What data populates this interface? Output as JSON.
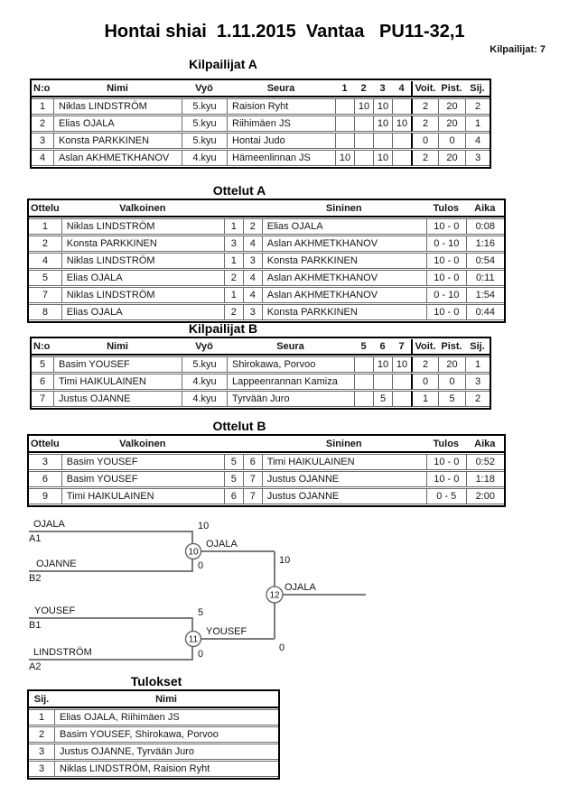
{
  "page": {
    "title": "Hontai shiai  1.11.2015  Vantaa   PU11-32,1",
    "competitors_label": "Kilpailijat: 7"
  },
  "pool_a": {
    "heading": "Kilpailijat A",
    "headers": {
      "no": "N:o",
      "name": "Nimi",
      "belt": "Vyö",
      "club": "Seura",
      "rounds": [
        "1",
        "2",
        "3",
        "4"
      ],
      "wins": "Voit.",
      "points": "Pist.",
      "place": "Sij."
    },
    "rows": [
      {
        "no": "1",
        "name": "Niklas LINDSTRÖM",
        "belt": "5.kyu",
        "club": "Raision Ryht",
        "scores": [
          "",
          "10",
          "10",
          ""
        ],
        "wins": "2",
        "points": "20",
        "place": "2"
      },
      {
        "no": "2",
        "name": "Elias OJALA",
        "belt": "5.kyu",
        "club": "Riihimäen JS",
        "scores": [
          "",
          "",
          "10",
          "10"
        ],
        "wins": "2",
        "points": "20",
        "place": "1"
      },
      {
        "no": "3",
        "name": "Konsta PARKKINEN",
        "belt": "5.kyu",
        "club": "Hontai Judo",
        "scores": [
          "",
          "",
          "",
          ""
        ],
        "wins": "0",
        "points": "0",
        "place": "4"
      },
      {
        "no": "4",
        "name": "Aslan AKHMETKHANOV",
        "belt": "4.kyu",
        "club": "Hämeenlinnan JS",
        "scores": [
          "10",
          "",
          "10",
          ""
        ],
        "wins": "2",
        "points": "20",
        "place": "3"
      }
    ]
  },
  "matches_a": {
    "heading": "Ottelut A",
    "headers": {
      "match": "Ottelu",
      "white": "Valkoinen",
      "blue": "Sininen",
      "result": "Tulos",
      "time": "Aika"
    },
    "rows": [
      {
        "match": "1",
        "white": "Niklas LINDSTRÖM",
        "wno": "1",
        "bno": "2",
        "blue": "Elias OJALA",
        "result": "10 - 0",
        "time": "0:08"
      },
      {
        "match": "2",
        "white": "Konsta PARKKINEN",
        "wno": "3",
        "bno": "4",
        "blue": "Aslan AKHMETKHANOV",
        "result": "0 - 10",
        "time": "1:16"
      },
      {
        "match": "4",
        "white": "Niklas LINDSTRÖM",
        "wno": "1",
        "bno": "3",
        "blue": "Konsta PARKKINEN",
        "result": "10 - 0",
        "time": "0:54"
      },
      {
        "match": "5",
        "white": "Elias OJALA",
        "wno": "2",
        "bno": "4",
        "blue": "Aslan AKHMETKHANOV",
        "result": "10 - 0",
        "time": "0:11"
      },
      {
        "match": "7",
        "white": "Niklas LINDSTRÖM",
        "wno": "1",
        "bno": "4",
        "blue": "Aslan AKHMETKHANOV",
        "result": "0 - 10",
        "time": "1:54"
      },
      {
        "match": "8",
        "white": "Elias OJALA",
        "wno": "2",
        "bno": "3",
        "blue": "Konsta PARKKINEN",
        "result": "10 - 0",
        "time": "0:44"
      }
    ]
  },
  "pool_b": {
    "heading": "Kilpailijat B",
    "headers": {
      "no": "N:o",
      "name": "Nimi",
      "belt": "Vyö",
      "club": "Seura",
      "rounds": [
        "5",
        "6",
        "7"
      ],
      "wins": "Voit.",
      "points": "Pist.",
      "place": "Sij."
    },
    "rows": [
      {
        "no": "5",
        "name": "Basim YOUSEF",
        "belt": "5.kyu",
        "club": "Shirokawa, Porvoo",
        "scores": [
          "",
          "10",
          "10"
        ],
        "wins": "2",
        "points": "20",
        "place": "1"
      },
      {
        "no": "6",
        "name": "Timi HAIKULAINEN",
        "belt": "4.kyu",
        "club": "Lappeenrannan Kamiza",
        "scores": [
          "",
          "",
          ""
        ],
        "wins": "0",
        "points": "0",
        "place": "3"
      },
      {
        "no": "7",
        "name": "Justus OJANNE",
        "belt": "4.kyu",
        "club": "Tyrvään Juro",
        "scores": [
          "",
          "5",
          ""
        ],
        "wins": "1",
        "points": "5",
        "place": "2"
      }
    ]
  },
  "matches_b": {
    "heading": "Ottelut B",
    "headers": {
      "match": "Ottelu",
      "white": "Valkoinen",
      "blue": "Sininen",
      "result": "Tulos",
      "time": "Aika"
    },
    "rows": [
      {
        "match": "3",
        "white": "Basim YOUSEF",
        "wno": "5",
        "bno": "6",
        "blue": "Timi HAIKULAINEN",
        "result": "10 - 0",
        "time": "0:52"
      },
      {
        "match": "6",
        "white": "Basim YOUSEF",
        "wno": "5",
        "bno": "7",
        "blue": "Justus OJANNE",
        "result": "10 - 0",
        "time": "1:18"
      },
      {
        "match": "9",
        "white": "Timi HAIKULAINEN",
        "wno": "6",
        "bno": "7",
        "blue": "Justus OJANNE",
        "result": "0 - 5",
        "time": "2:00"
      }
    ]
  },
  "bracket": {
    "entries": [
      {
        "name": "OJALA",
        "seed": "A1",
        "score": "10"
      },
      {
        "name": "OJANNE",
        "seed": "B2",
        "score": "0"
      },
      {
        "name": "YOUSEF",
        "seed": "B1",
        "score": "5"
      },
      {
        "name": "LINDSTRÖM",
        "seed": "A2",
        "score": "0"
      }
    ],
    "semifinals": [
      {
        "match_no": "10",
        "winner": "OJALA",
        "score": "10"
      },
      {
        "match_no": "11",
        "winner": "YOUSEF",
        "score": "0"
      }
    ],
    "final": {
      "match_no": "12",
      "winner": "OJALA"
    }
  },
  "results": {
    "heading": "Tulokset",
    "headers": {
      "place": "Sij.",
      "name": "Nimi"
    },
    "rows": [
      {
        "place": "1",
        "name": "Elias OJALA, Riihimäen JS"
      },
      {
        "place": "2",
        "name": "Basim YOUSEF, Shirokawa, Porvoo"
      },
      {
        "place": "3",
        "name": "Justus OJANNE, Tyrvään Juro"
      },
      {
        "place": "3",
        "name": "Niklas LINDSTRÖM, Raision Ryht"
      }
    ]
  }
}
